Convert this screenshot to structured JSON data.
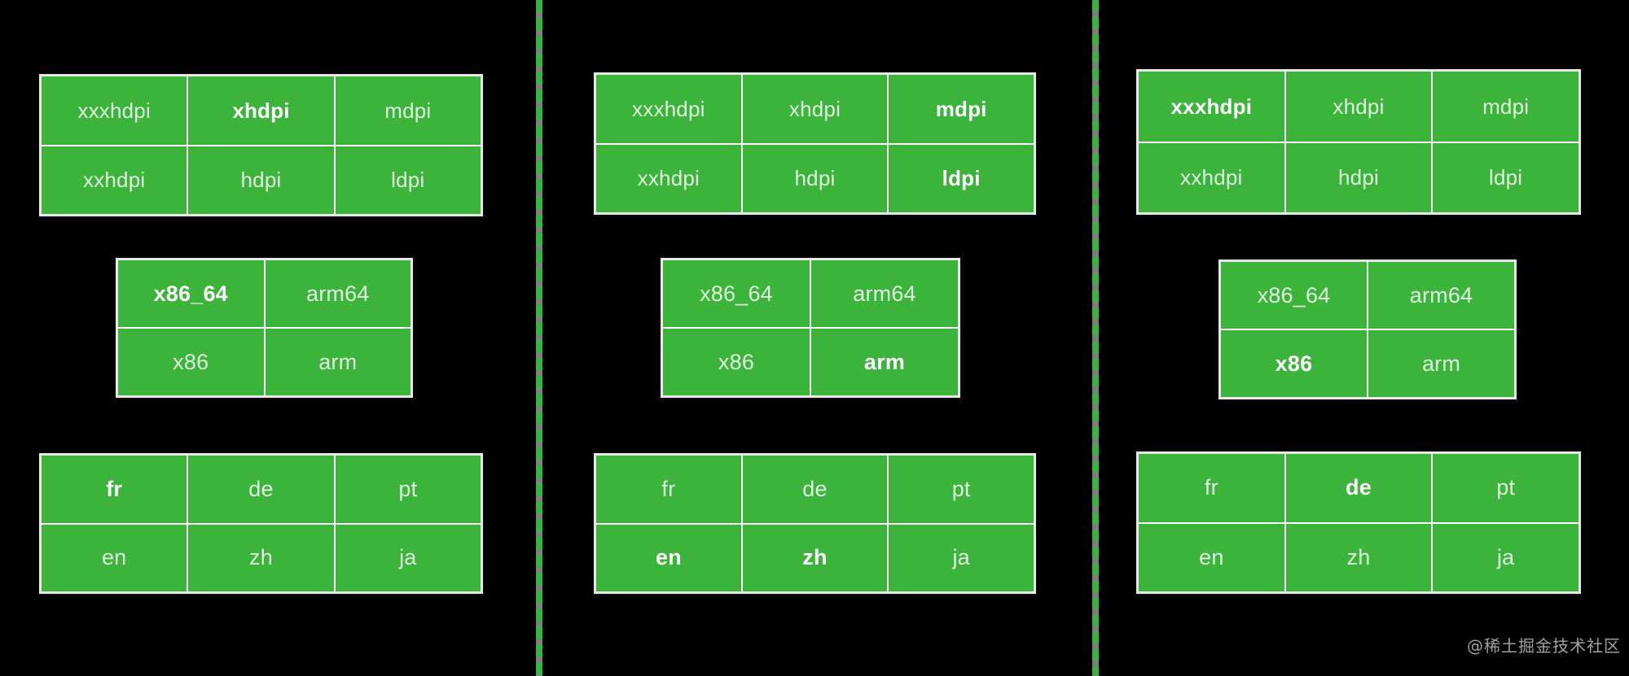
{
  "colors": {
    "cell_green": "#3cb43c",
    "cell_text": "#dff5df",
    "cell_text_selected": "#ffffff",
    "table_border": "#ffffff",
    "card_background": "#e8e8e8",
    "page_background": "#000000",
    "divider_green": "#3bb143",
    "divider_gray": "#7f7f7f"
  },
  "watermark": "@稀土掘金技术社区",
  "panels": [
    {
      "id": "panel-1",
      "tables": [
        {
          "id": "density",
          "name": "screen-density-table",
          "columns": 3,
          "cells": [
            {
              "label": "xxxhdpi",
              "selected": false
            },
            {
              "label": "xhdpi",
              "selected": true
            },
            {
              "label": "mdpi",
              "selected": false
            },
            {
              "label": "xxhdpi",
              "selected": false
            },
            {
              "label": "hdpi",
              "selected": false
            },
            {
              "label": "ldpi",
              "selected": false
            }
          ]
        },
        {
          "id": "arch",
          "name": "cpu-architecture-table",
          "columns": 2,
          "cells": [
            {
              "label": "x86_64",
              "selected": true
            },
            {
              "label": "arm64",
              "selected": false
            },
            {
              "label": "x86",
              "selected": false
            },
            {
              "label": "arm",
              "selected": false
            }
          ]
        },
        {
          "id": "lang",
          "name": "language-table",
          "columns": 3,
          "cells": [
            {
              "label": "fr",
              "selected": true
            },
            {
              "label": "de",
              "selected": false
            },
            {
              "label": "pt",
              "selected": false
            },
            {
              "label": "en",
              "selected": false
            },
            {
              "label": "zh",
              "selected": false
            },
            {
              "label": "ja",
              "selected": false
            }
          ]
        }
      ]
    },
    {
      "id": "panel-2",
      "tables": [
        {
          "id": "density",
          "name": "screen-density-table",
          "columns": 3,
          "cells": [
            {
              "label": "xxxhdpi",
              "selected": false
            },
            {
              "label": "xhdpi",
              "selected": false
            },
            {
              "label": "mdpi",
              "selected": true
            },
            {
              "label": "xxhdpi",
              "selected": false
            },
            {
              "label": "hdpi",
              "selected": false
            },
            {
              "label": "ldpi",
              "selected": true
            }
          ]
        },
        {
          "id": "arch",
          "name": "cpu-architecture-table",
          "columns": 2,
          "cells": [
            {
              "label": "x86_64",
              "selected": false
            },
            {
              "label": "arm64",
              "selected": false
            },
            {
              "label": "x86",
              "selected": false
            },
            {
              "label": "arm",
              "selected": true
            }
          ]
        },
        {
          "id": "lang",
          "name": "language-table",
          "columns": 3,
          "cells": [
            {
              "label": "fr",
              "selected": false
            },
            {
              "label": "de",
              "selected": false
            },
            {
              "label": "pt",
              "selected": false
            },
            {
              "label": "en",
              "selected": true
            },
            {
              "label": "zh",
              "selected": true
            },
            {
              "label": "ja",
              "selected": false
            }
          ]
        }
      ]
    },
    {
      "id": "panel-3",
      "tables": [
        {
          "id": "density",
          "name": "screen-density-table",
          "columns": 3,
          "cells": [
            {
              "label": "xxxhdpi",
              "selected": true
            },
            {
              "label": "xhdpi",
              "selected": false
            },
            {
              "label": "mdpi",
              "selected": false
            },
            {
              "label": "xxhdpi",
              "selected": false
            },
            {
              "label": "hdpi",
              "selected": false
            },
            {
              "label": "ldpi",
              "selected": false
            }
          ]
        },
        {
          "id": "arch",
          "name": "cpu-architecture-table",
          "columns": 2,
          "cells": [
            {
              "label": "x86_64",
              "selected": false
            },
            {
              "label": "arm64",
              "selected": false
            },
            {
              "label": "x86",
              "selected": true
            },
            {
              "label": "arm",
              "selected": false
            }
          ]
        },
        {
          "id": "lang",
          "name": "language-table",
          "columns": 3,
          "cells": [
            {
              "label": "fr",
              "selected": false
            },
            {
              "label": "de",
              "selected": true
            },
            {
              "label": "pt",
              "selected": false
            },
            {
              "label": "en",
              "selected": false
            },
            {
              "label": "zh",
              "selected": false
            },
            {
              "label": "ja",
              "selected": false
            }
          ]
        }
      ]
    }
  ]
}
